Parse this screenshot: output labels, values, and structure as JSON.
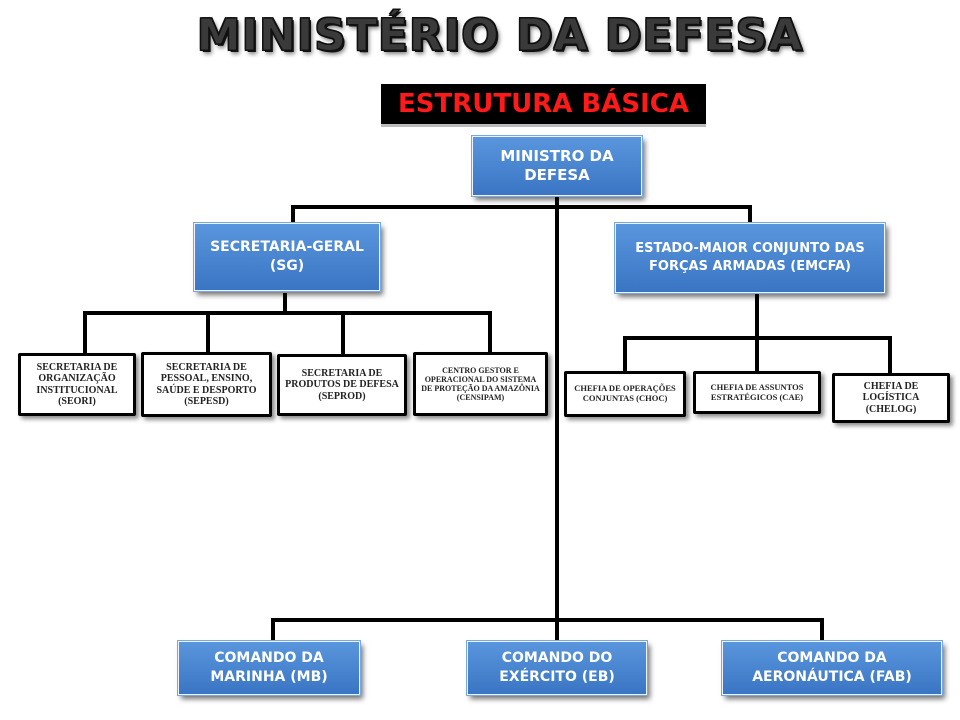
{
  "title": "MINISTÉRIO DA DEFESA",
  "subtitle": "ESTRUTURA BÁSICA",
  "minister": "MINISTRO DA DEFESA",
  "secretaria_geral": "SECRETARIA-GERAL (SG)",
  "emcfa": "ESTADO-MAIOR CONJUNTO DAS FORÇAS ARMADAS (EMCFA)",
  "sg_units": [
    "SECRETARIA DE ORGANIZAÇÃO INSTITUCIONAL (SEORI)",
    "SECRETARIA DE PESSOAL, ENSINO, SAÚDE E DESPORTO (SEPESD)",
    "SECRETARIA DE PRODUTOS DE DEFESA (SEPROD)",
    "CENTRO GESTOR E OPERACIONAL DO SISTEMA DE PROTEÇÃO DA AMAZÔNIA (CENSIPAM)"
  ],
  "emcfa_units": [
    "CHEFIA DE OPERAÇÕES CONJUNTAS (CHOC)",
    "CHEFIA DE ASSUNTOS ESTRATÉGICOS (CAE)",
    "CHEFIA DE LOGÍSTICA (CHELOG)"
  ],
  "commands": [
    "COMANDO DA MARINHA (MB)",
    "COMANDO DO EXÉRCITO (EB)",
    "COMANDO DA AERONÁUTICA (FAB)"
  ],
  "colors": {
    "box_blue": "#4a86d1",
    "subtitle_text": "#ff1a1a",
    "subtitle_bg": "#000000"
  }
}
